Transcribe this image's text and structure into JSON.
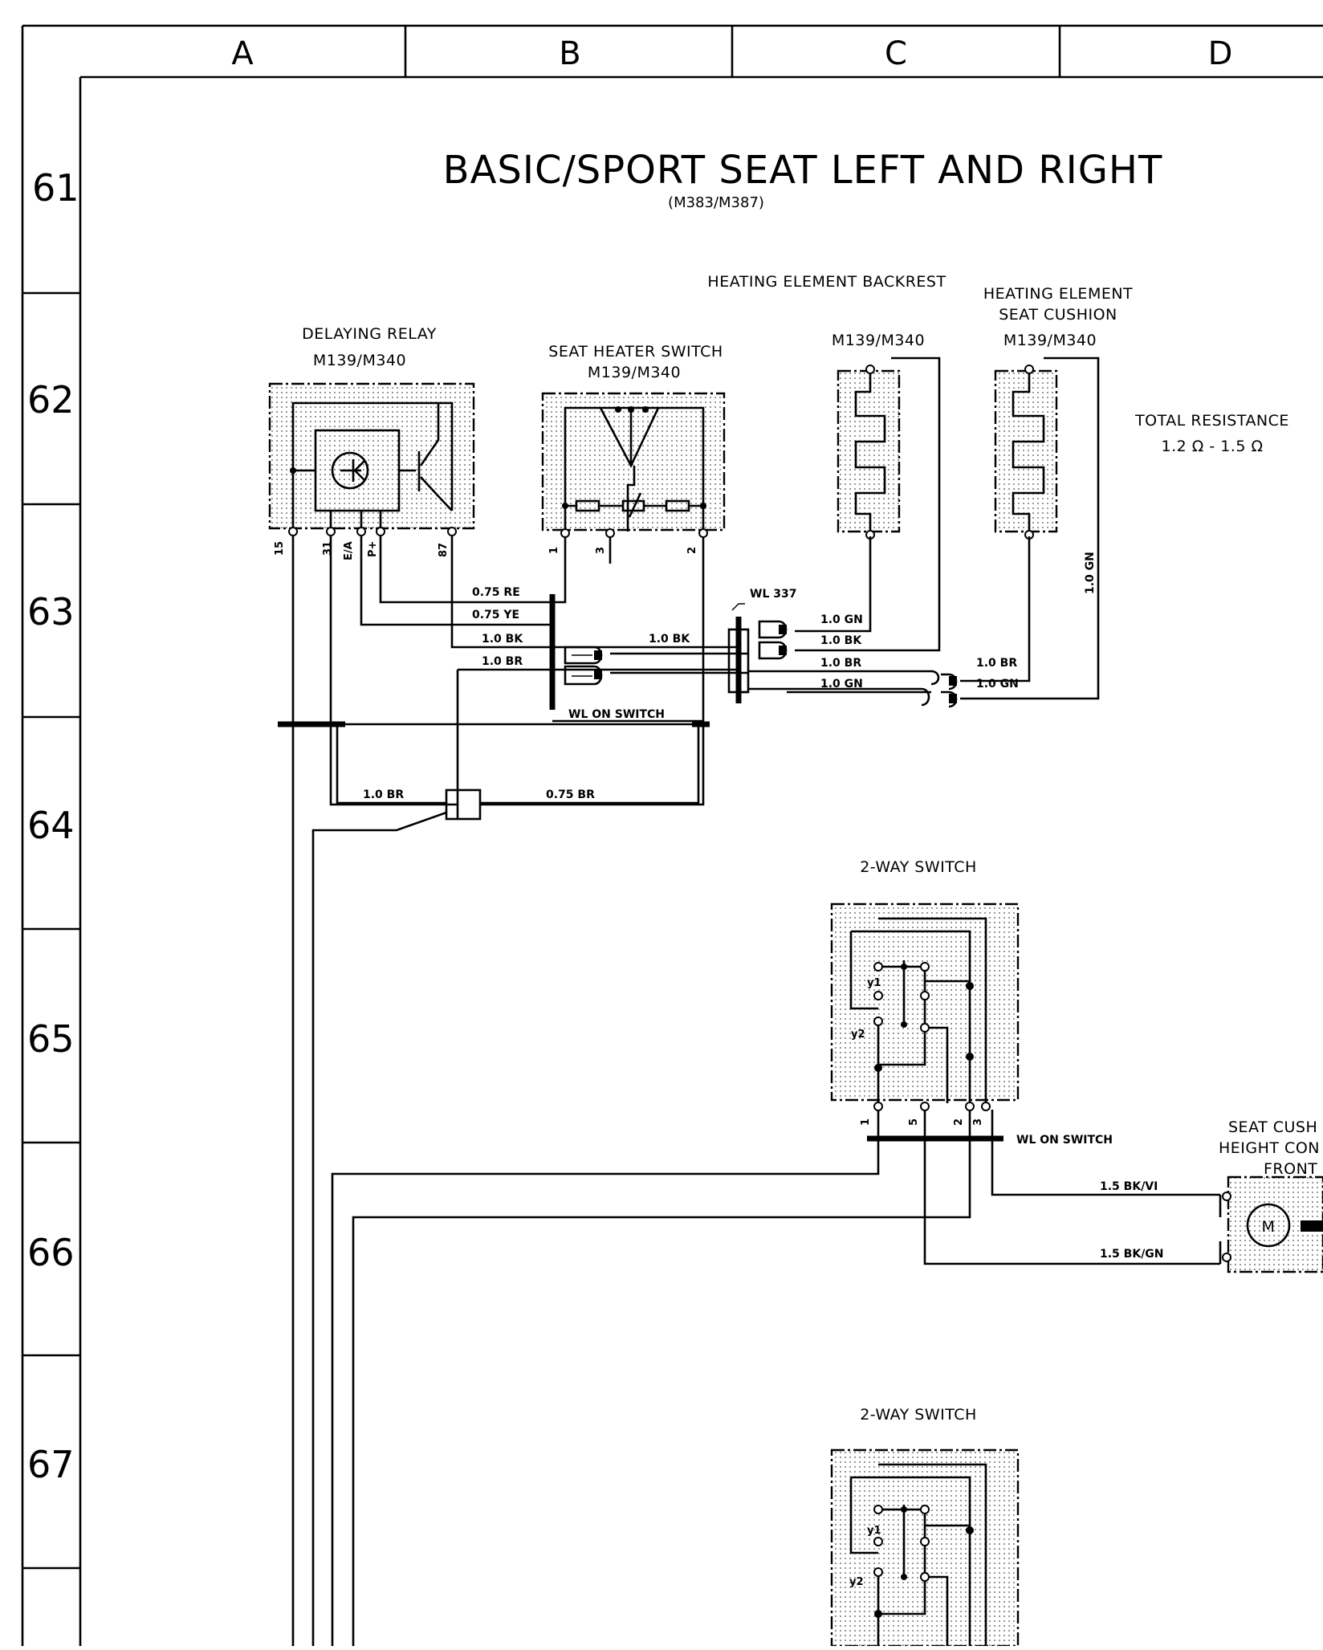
{
  "sheet": {
    "columns": [
      "A",
      "B",
      "C",
      "D"
    ],
    "rows": [
      "61",
      "62",
      "63",
      "64",
      "65",
      "66",
      "67"
    ]
  },
  "title": "BASIC/SPORT SEAT LEFT AND RIGHT",
  "subtitle": "(M383/M387)",
  "components": {
    "delaying_relay": {
      "name": "DELAYING RELAY",
      "code": "M139/M340",
      "pins": [
        "15",
        "31",
        "E/A",
        "P+",
        "87"
      ]
    },
    "seat_heater_switch": {
      "name": "SEAT HEATER SWITCH",
      "code": "M139/M340",
      "pins": [
        "1",
        "3",
        "2"
      ]
    },
    "heating_backrest": {
      "name": "HEATING ELEMENT BACKREST",
      "code": "M139/M340"
    },
    "heating_cushion": {
      "name_line1": "HEATING ELEMENT",
      "name_line2": "SEAT CUSHION",
      "code": "M139/M340"
    },
    "total_resistance": {
      "label": "TOTAL RESISTANCE",
      "value": "1.2 Ω - 1.5 Ω"
    },
    "two_way_switch_1": {
      "name": "2-WAY SWITCH",
      "pins": [
        "1",
        "5",
        "2",
        "3"
      ],
      "positions": [
        "y1",
        "y2"
      ]
    },
    "two_way_switch_2": {
      "name": "2-WAY SWITCH",
      "positions": [
        "y1",
        "y2"
      ]
    },
    "seat_cushion_motor": {
      "line1": "SEAT CUSH",
      "line2": "HEIGHT CON",
      "line3": "FRONT",
      "symbol": "M"
    }
  },
  "connectors": {
    "wl337": "WL 337"
  },
  "wire_labels": {
    "w075re": "0.75 RE",
    "w075ye": "0.75 YE",
    "w10bk_a": "1.0 BK",
    "w10br_a": "1.0 BR",
    "w10bk_b": "1.0 BK",
    "w10gn_c": "1.0 GN",
    "w10bk_c": "1.0 BK",
    "w10br_c": "1.0 BR",
    "w10gn_d": "1.0 GN",
    "w10br_e": "1.0 BR",
    "w10gn_e": "1.0 GN",
    "w10gn_v": "1.0 GN",
    "wl_on_switch_1": "WL ON SWITCH",
    "w10br_g": "1.0 BR",
    "w075br": "0.75 BR",
    "wl_on_switch_2": "WL ON SWITCH",
    "w15bkvi": "1.5 BK/VI",
    "w15bkgn": "1.5 BK/GN"
  }
}
